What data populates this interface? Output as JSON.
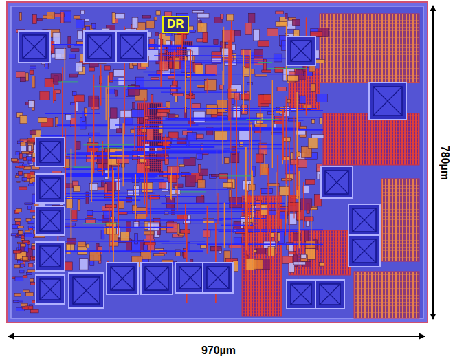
{
  "diagram": {
    "nodes": [
      {
        "text": [
          "DR"
        ]
      }
    ],
    "labels": [
      "780µm",
      "970µm"
    ]
  }
}
